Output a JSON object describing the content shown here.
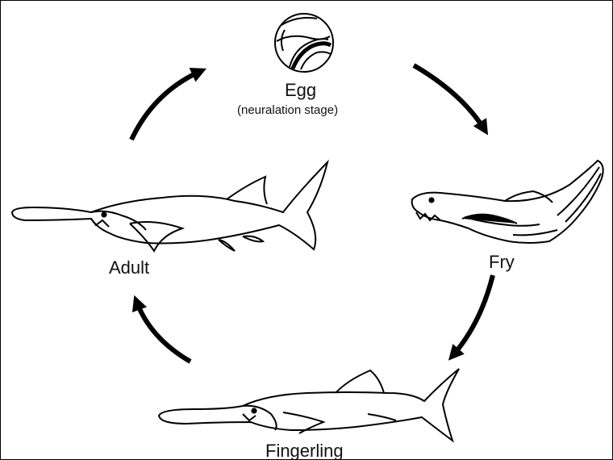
{
  "stages": {
    "egg": {
      "label": "Egg",
      "sublabel": "(neuralation stage)"
    },
    "fry": {
      "label": "Fry"
    },
    "fingerling": {
      "label": "Fingerling"
    },
    "adult": {
      "label": "Adult"
    }
  },
  "colors": {
    "ink": "#000000",
    "background": "#ffffff"
  }
}
